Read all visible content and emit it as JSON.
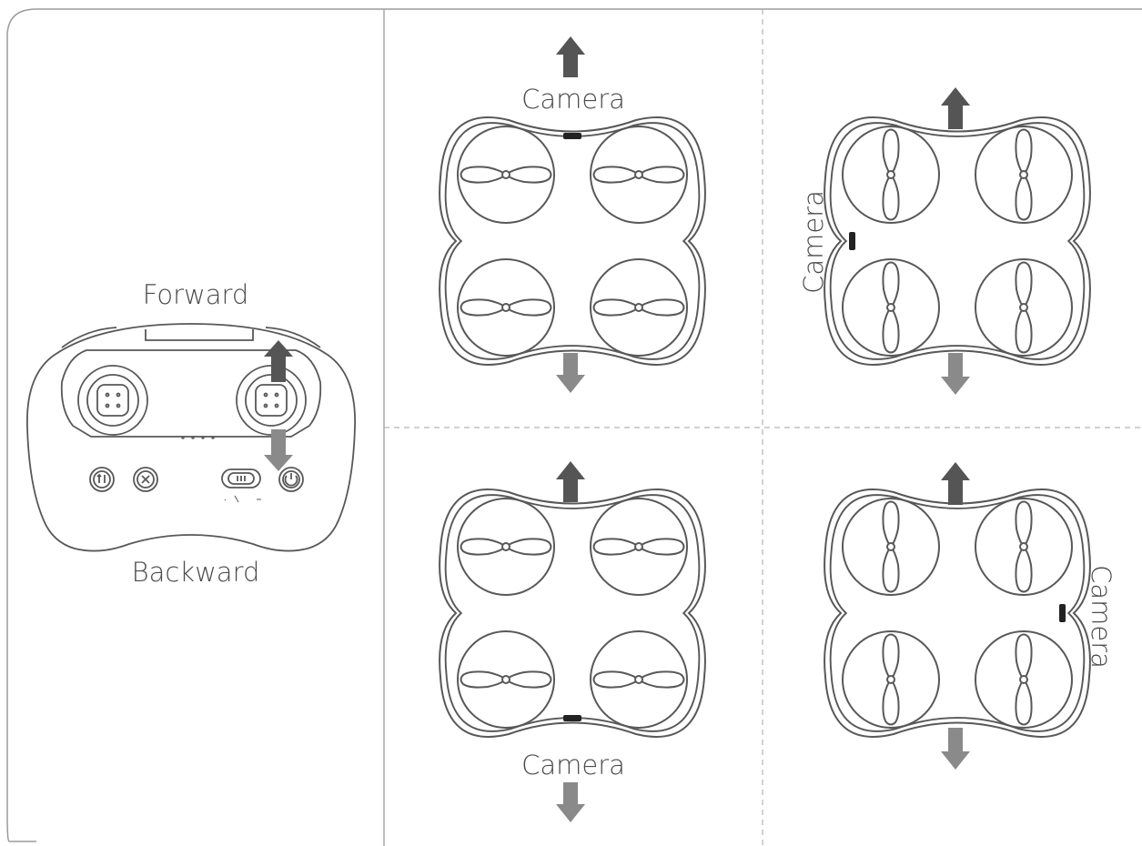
{
  "colors": {
    "line": "#585858",
    "frame": "#9b9b9b",
    "dashed": "#b3b3b3",
    "arrow_dark": "#555555",
    "arrow_light": "#8a8a8a",
    "camera_mark": "#222222",
    "text": "#4a4a4a"
  },
  "controller": {
    "forward_label": "Forward",
    "backward_label": "Backward",
    "button_icons": [
      "takeoff-landing-icon",
      "propeller-icon",
      "speed-switch-icon",
      "power-icon"
    ]
  },
  "drones": [
    {
      "id": "top-left",
      "camera_label": "Camera",
      "camera_side": "front",
      "propeller_orientation": "horizontal",
      "forward_arrow": "up"
    },
    {
      "id": "top-right",
      "camera_label": "Camera",
      "camera_side": "left",
      "propeller_orientation": "vertical",
      "forward_arrow": "up"
    },
    {
      "id": "bottom-left",
      "camera_label": "Camera",
      "camera_side": "back",
      "propeller_orientation": "horizontal",
      "forward_arrow": "up"
    },
    {
      "id": "bottom-right",
      "camera_label": "Camera",
      "camera_side": "right",
      "propeller_orientation": "vertical",
      "forward_arrow": "up"
    }
  ]
}
